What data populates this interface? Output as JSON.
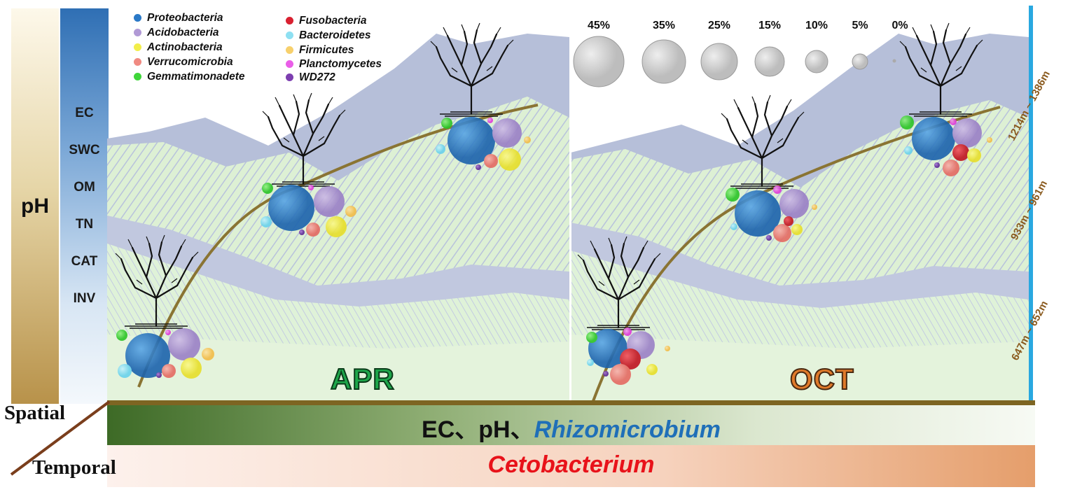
{
  "left_axis": {
    "ph_label": "pH",
    "env_factors": [
      "EC",
      "SWC",
      "OM",
      "TN",
      "CAT",
      "INV"
    ]
  },
  "legend": {
    "column1": [
      {
        "name": "Proteobacteria",
        "color": "#2a79c7"
      },
      {
        "name": "Acidobacteria",
        "color": "#b19ad6"
      },
      {
        "name": "Actinobacteria",
        "color": "#f2ee4a"
      },
      {
        "name": "Verrucomicrobia",
        "color": "#f08a82"
      },
      {
        "name": "Gemmatimonadete",
        "color": "#3fd63a"
      }
    ],
    "column2": [
      {
        "name": "Fusobacteria",
        "color": "#d92030"
      },
      {
        "name": "Bacteroidetes",
        "color": "#8ee0f2"
      },
      {
        "name": "Firmicutes",
        "color": "#f7d06c"
      },
      {
        "name": "Planctomycetes",
        "color": "#ea5ee8"
      },
      {
        "name": "WD272",
        "color": "#7d3fb0"
      }
    ]
  },
  "size_legend": [
    "45%",
    "35%",
    "25%",
    "15%",
    "10%",
    "5%",
    "0%"
  ],
  "altitudes": [
    "1214m ~ 1386m",
    "933m ~ 961m",
    "647m ~ 652m"
  ],
  "seasons": {
    "april": "APR",
    "october": "OCT"
  },
  "spatial": {
    "label": "Spatial",
    "drivers_prefix": "EC、pH、",
    "drivers_genus": "Rhizomicrobium"
  },
  "temporal": {
    "label": "Temporal",
    "genus": "Cetobacterium"
  }
}
